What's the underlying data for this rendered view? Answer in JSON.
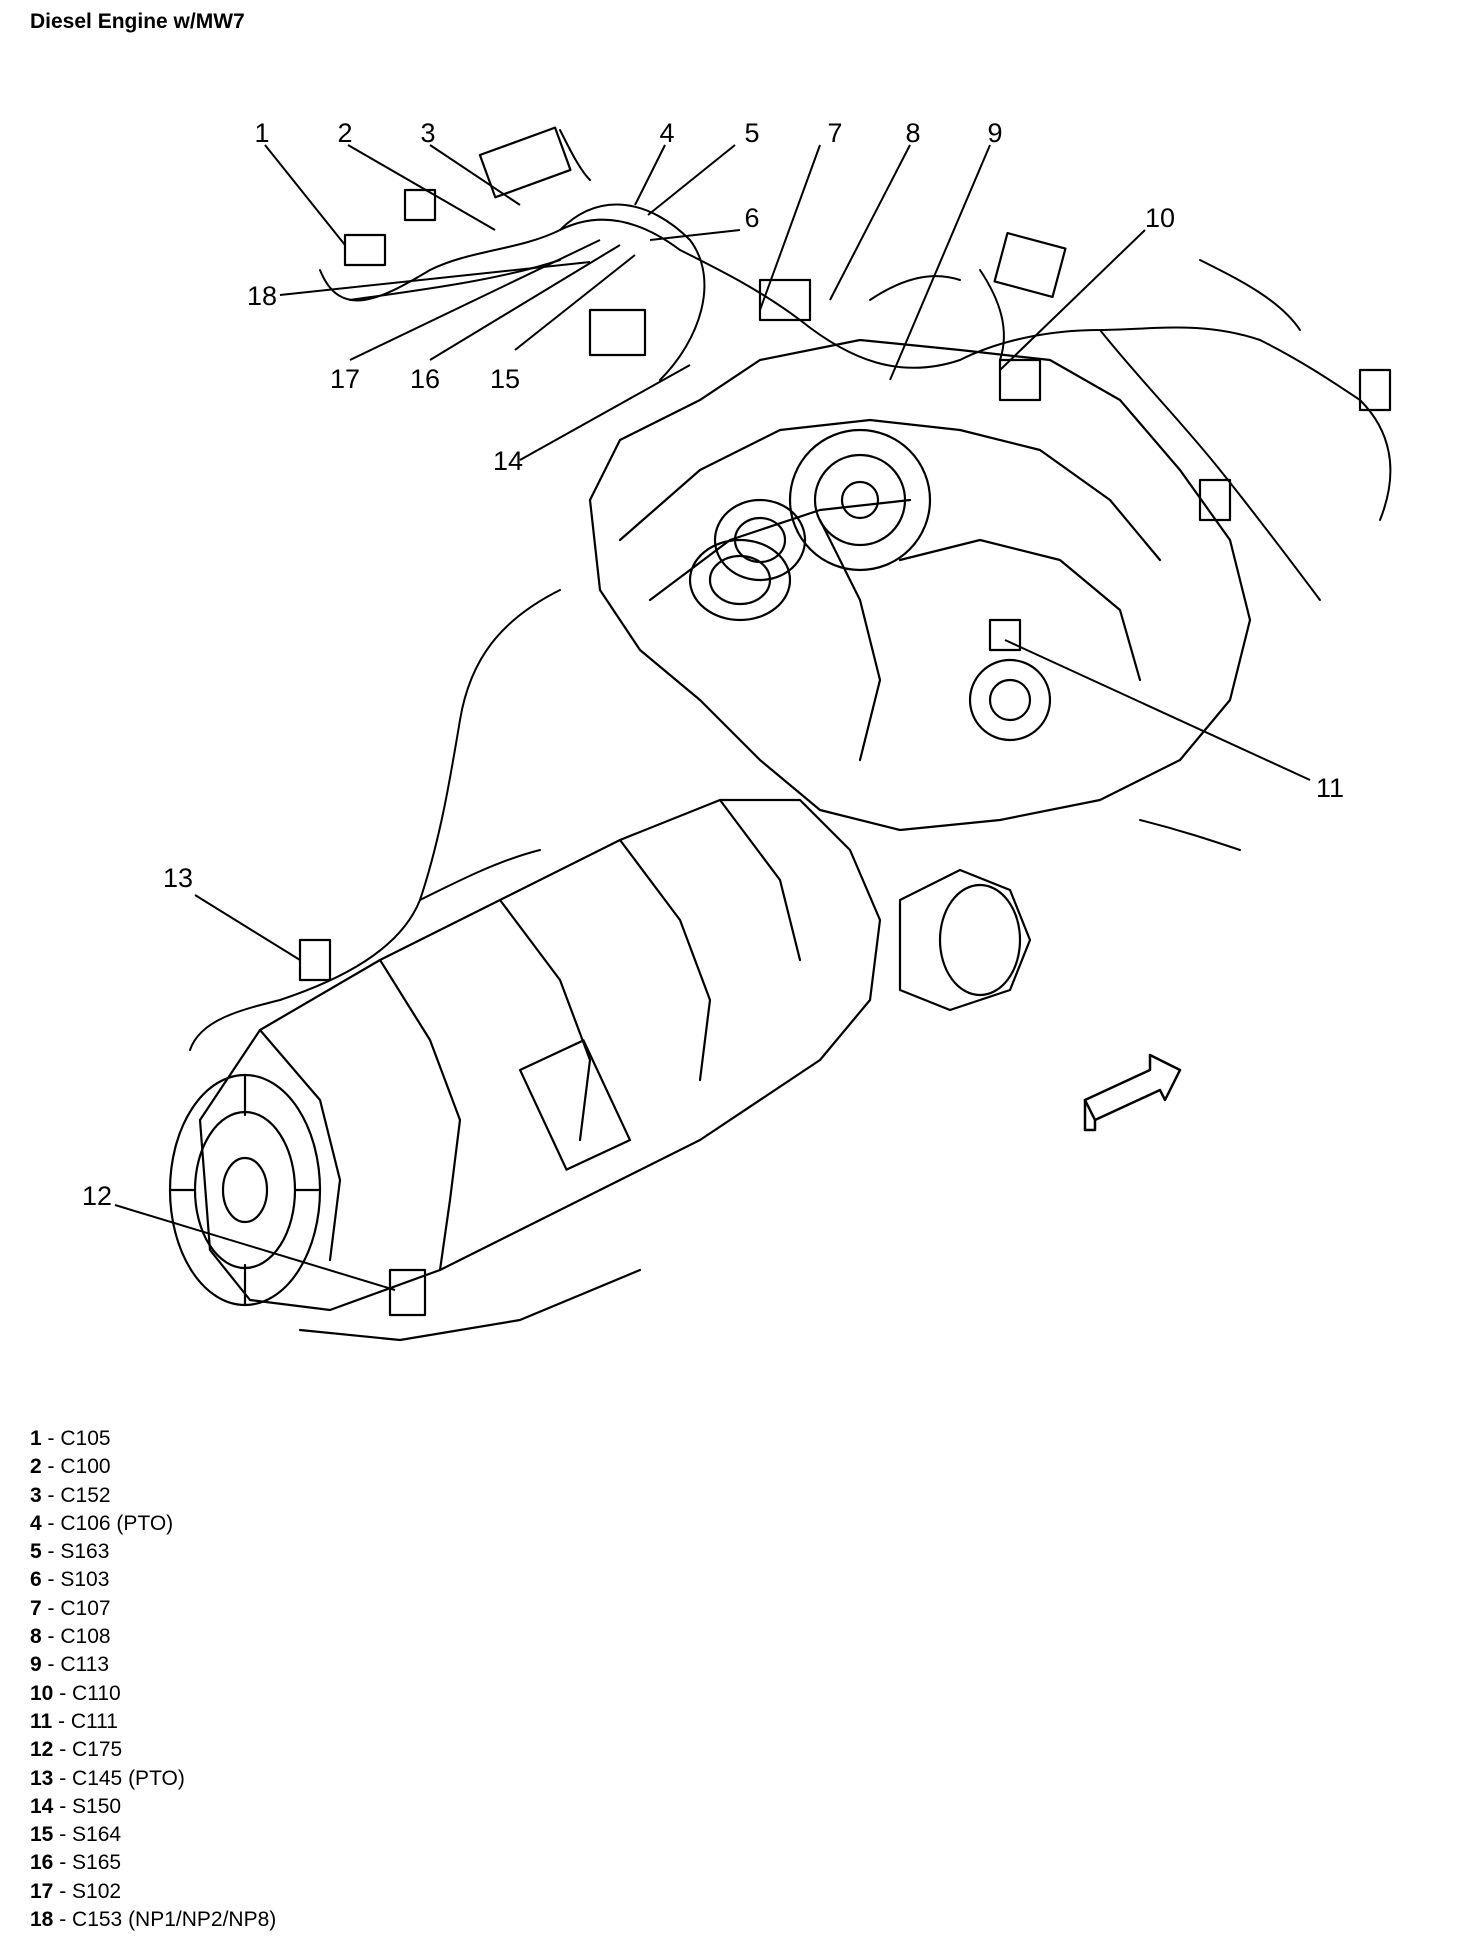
{
  "title": "Diesel Engine w/MW7",
  "legend": [
    {
      "num": "1",
      "code": "C105"
    },
    {
      "num": "2",
      "code": "C100"
    },
    {
      "num": "3",
      "code": "C152"
    },
    {
      "num": "4",
      "code": "C106 (PTO)"
    },
    {
      "num": "5",
      "code": "S163"
    },
    {
      "num": "6",
      "code": "S103"
    },
    {
      "num": "7",
      "code": "C107"
    },
    {
      "num": "8",
      "code": "C108"
    },
    {
      "num": "9",
      "code": "C113"
    },
    {
      "num": "10",
      "code": "C110"
    },
    {
      "num": "11",
      "code": "C111"
    },
    {
      "num": "12",
      "code": "C175"
    },
    {
      "num": "13",
      "code": "C145 (PTO)"
    },
    {
      "num": "14",
      "code": "S150"
    },
    {
      "num": "15",
      "code": "S164"
    },
    {
      "num": "16",
      "code": "S165"
    },
    {
      "num": "17",
      "code": "S102"
    },
    {
      "num": "18",
      "code": "C153 (NP1/NP2/NP8)"
    }
  ]
}
